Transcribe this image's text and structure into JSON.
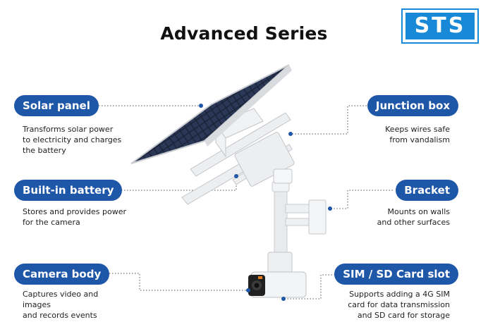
{
  "title": "Advanced Series",
  "logo": {
    "text": "STS"
  },
  "features": {
    "solar_panel": {
      "label": "Solar panel",
      "desc": [
        "Transforms solar power",
        "to electricity and charges",
        "the battery"
      ]
    },
    "battery": {
      "label": "Built-in battery",
      "desc": [
        "Stores and provides power",
        "for the camera"
      ]
    },
    "camera": {
      "label": "Camera body",
      "desc": [
        "Captures video and images",
        "and records events"
      ]
    },
    "junction": {
      "label": "Junction box",
      "desc": [
        "Keeps wires safe",
        "from vandalism"
      ]
    },
    "bracket": {
      "label": "Bracket",
      "desc": [
        "Mounts on walls",
        "and other surfaces"
      ]
    },
    "sim": {
      "label": "SIM / SD Card slot",
      "desc": [
        "Supports adding a 4G SIM",
        "card for data transmission",
        "and SD card for storage"
      ]
    }
  },
  "colors": {
    "pill": "#1e56a8",
    "logo": "#1789d6",
    "dot": "#1e56a8"
  }
}
